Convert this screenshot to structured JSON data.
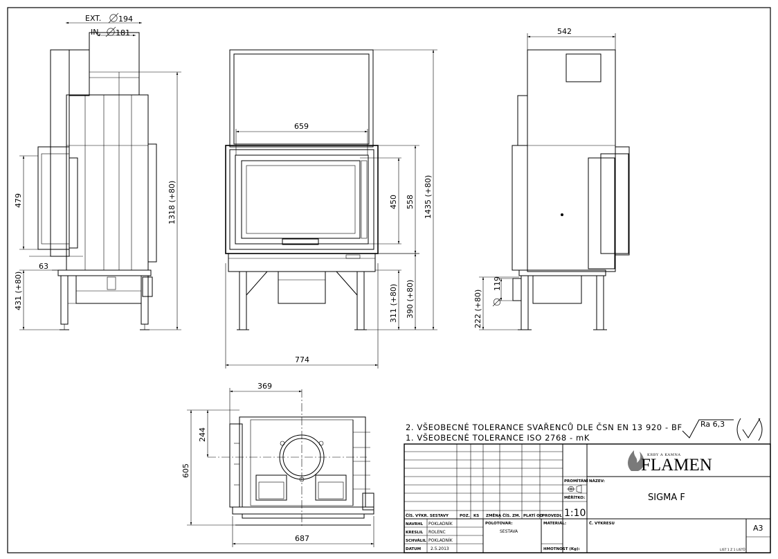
{
  "drawing": {
    "dims": {
      "ext_label": "EXT.",
      "ext_value": "194",
      "in_label": "IN.",
      "in_value": "181",
      "side_479": "479",
      "side_63": "63",
      "side_431": "431 (+80)",
      "side_1318": "1318 (+80)",
      "front_659": "659",
      "front_450": "450",
      "front_558": "558",
      "front_1435": "1435 (+80)",
      "front_311": "311 (+80)",
      "front_390": "390 (+80)",
      "front_774": "774",
      "right_542": "542",
      "right_119": "119",
      "right_222": "222 (+80)",
      "top_369": "369",
      "top_244": "244",
      "top_605": "605",
      "top_687": "687"
    },
    "notes": {
      "line2": "2. VŠEOBECNÉ TOLERANCE SVAŘENCŮ DLE ČSN EN 13 920 - BF",
      "line1": "1. VŠEOBECNÉ TOLERANCE ISO 2768 - mK",
      "roughness": "Ra  6,3"
    }
  },
  "title_block": {
    "logo_small": "KRBY A KAMNA",
    "logo": "FLAMEN",
    "headers": {
      "cis_vykr_sestavy": "ČÍS. VÝKR. SESTAVY",
      "poz": "POZ.",
      "ks": "KS",
      "zmena": "ZMĚNA",
      "cis_zm": "ČÍS. ZM.",
      "plati_od": "PLATÍ OD",
      "provedl": "PROVEDL"
    },
    "labels": {
      "promitani": "PROMÍTÁNÍ",
      "meritko": "MĚŘÍTKO:",
      "nazev": "NÁZEV:",
      "navrhl": "NAVRHL",
      "kreslil": "KRESLIL",
      "schvalil": "SCHVÁLIL",
      "datum": "DATUM",
      "polotovar": "POLOTOVAR:",
      "material": "MATERIÁL:",
      "hmotnost": "HMOTNOST (Kg):",
      "c_vykresu": "Č. VÝKRESU",
      "list": "LIST 1 Z 1 LISTŮ"
    },
    "values": {
      "navrhl": "POKLADNÍK",
      "kreslil": "ROLENC",
      "schvalil": "POKLADNÍK",
      "datum": "2.5.2013",
      "polotovar": "SESTAVA",
      "scale": "1:10",
      "name": "SIGMA F",
      "format": "A3"
    }
  }
}
